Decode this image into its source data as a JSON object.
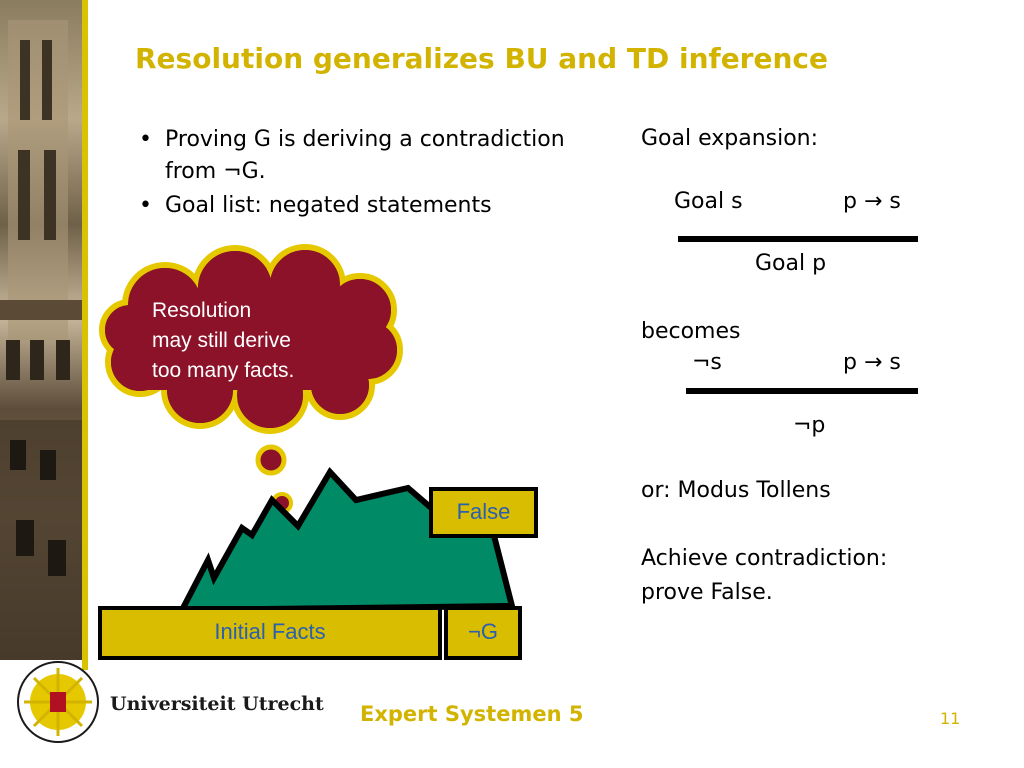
{
  "slide": {
    "title": "Resolution generalizes BU and TD inference",
    "bullets": [
      "Proving G is deriving a contradiction from ¬G.",
      "Goal list: negated statements"
    ],
    "right": {
      "goal_expansion": "Goal expansion:",
      "premise1": "Goal s",
      "premise2": "p → s",
      "conclusion1": "Goal p",
      "becomes": "becomes",
      "premise3": "¬s",
      "premise4": "p → s",
      "conclusion2": "¬p",
      "modus": "or: Modus Tollens",
      "achieve1": "Achieve contradiction:",
      "achieve2": "prove False."
    },
    "cloud_text": [
      "Resolution",
      "may still derive",
      "too many facts."
    ],
    "boxes": {
      "false": "False",
      "initial_facts": "Initial Facts",
      "neg_g": "¬G"
    }
  },
  "footer": {
    "university": "Universiteit Utrecht",
    "course": "Expert Systemen 5",
    "page": "11"
  },
  "colors": {
    "title": "#d2b400",
    "cloud_fill": "#8b1228",
    "cloud_border": "#e6c800",
    "mountain": "#008a66",
    "box_fill": "#d9bd00",
    "box_text": "#2b5fb0"
  }
}
